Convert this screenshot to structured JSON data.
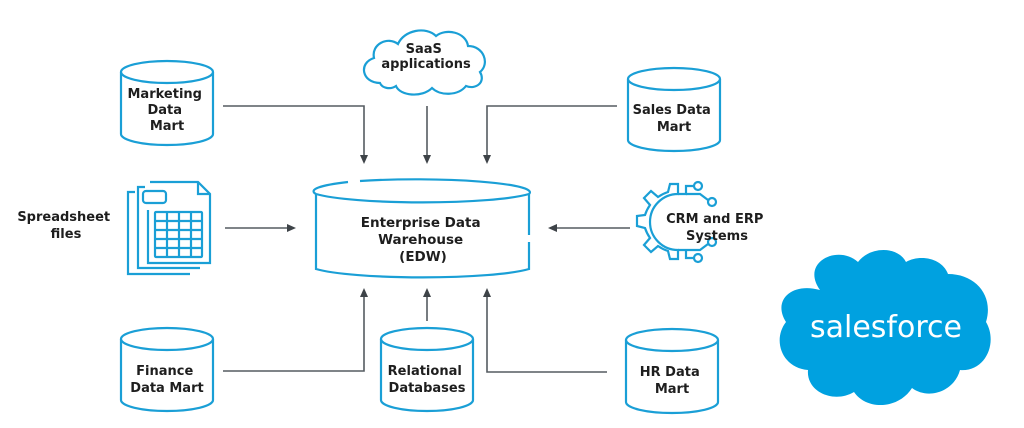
{
  "diagram": {
    "title": "Enterprise Data Warehouse architecture",
    "center": {
      "lines": [
        "Enterprise Data",
        "Warehouse",
        "(EDW)"
      ]
    },
    "sources": {
      "saas": {
        "lines": [
          "SaaS",
          "applications"
        ],
        "icon": "cloud-icon"
      },
      "marketing": {
        "lines": [
          "Marketing",
          "Data",
          "Mart"
        ],
        "icon": "database-cylinder-icon"
      },
      "sales": {
        "lines": [
          "Sales Data",
          "Mart"
        ],
        "icon": "database-cylinder-icon"
      },
      "spreadsheet": {
        "lines": [
          "Spreadsheet",
          "files"
        ],
        "icon": "spreadsheet-files-icon"
      },
      "crm": {
        "lines": [
          "CRM and ERP",
          "Systems"
        ],
        "icon": "gear-circuit-icon"
      },
      "finance": {
        "lines": [
          "Finance",
          "Data Mart"
        ],
        "icon": "database-cylinder-icon"
      },
      "relational": {
        "lines": [
          "Relational",
          "Databases"
        ],
        "icon": "database-cylinder-icon"
      },
      "hr": {
        "lines": [
          "HR Data",
          "Mart"
        ],
        "icon": "database-cylinder-icon"
      }
    },
    "connections": [
      {
        "from": "marketing",
        "to": "center"
      },
      {
        "from": "saas",
        "to": "center"
      },
      {
        "from": "sales",
        "to": "center"
      },
      {
        "from": "spreadsheet",
        "to": "center"
      },
      {
        "from": "crm",
        "to": "center"
      },
      {
        "from": "finance",
        "to": "center"
      },
      {
        "from": "relational",
        "to": "center"
      },
      {
        "from": "hr",
        "to": "center"
      }
    ]
  },
  "logo": {
    "text": "salesforce",
    "color": "#00a1e0"
  },
  "colors": {
    "outline": "#1a9fd6",
    "connector": "#555b61",
    "text": "#1e1e1e"
  }
}
